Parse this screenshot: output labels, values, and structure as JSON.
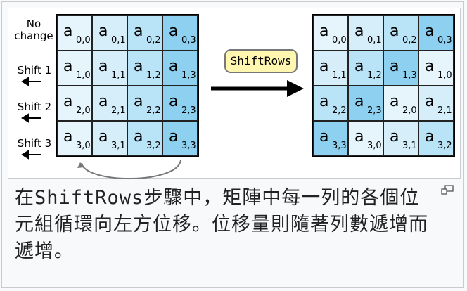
{
  "diagram": {
    "row_labels": [
      "No change",
      "Shift 1",
      "Shift 2",
      "Shift 3"
    ],
    "action_label": "ShiftRows",
    "left_matrix": [
      [
        {
          "r": "0",
          "c": "0",
          "shade": 0
        },
        {
          "r": "0",
          "c": "1",
          "shade": 1
        },
        {
          "r": "0",
          "c": "2",
          "shade": 2
        },
        {
          "r": "0",
          "c": "3",
          "shade": 3
        }
      ],
      [
        {
          "r": "1",
          "c": "0",
          "shade": 0
        },
        {
          "r": "1",
          "c": "1",
          "shade": 1
        },
        {
          "r": "1",
          "c": "2",
          "shade": 2
        },
        {
          "r": "1",
          "c": "3",
          "shade": 3
        }
      ],
      [
        {
          "r": "2",
          "c": "0",
          "shade": 0
        },
        {
          "r": "2",
          "c": "1",
          "shade": 1
        },
        {
          "r": "2",
          "c": "2",
          "shade": 2
        },
        {
          "r": "2",
          "c": "3",
          "shade": 3
        }
      ],
      [
        {
          "r": "3",
          "c": "0",
          "shade": 0
        },
        {
          "r": "3",
          "c": "1",
          "shade": 1
        },
        {
          "r": "3",
          "c": "2",
          "shade": 2
        },
        {
          "r": "3",
          "c": "3",
          "shade": 3
        }
      ]
    ],
    "right_matrix": [
      [
        {
          "r": "0",
          "c": "0",
          "shade": 0
        },
        {
          "r": "0",
          "c": "1",
          "shade": 1
        },
        {
          "r": "0",
          "c": "2",
          "shade": 2
        },
        {
          "r": "0",
          "c": "3",
          "shade": 3
        }
      ],
      [
        {
          "r": "1",
          "c": "1",
          "shade": 1
        },
        {
          "r": "1",
          "c": "2",
          "shade": 2
        },
        {
          "r": "1",
          "c": "3",
          "shade": 3
        },
        {
          "r": "1",
          "c": "0",
          "shade": 0
        }
      ],
      [
        {
          "r": "2",
          "c": "2",
          "shade": 2
        },
        {
          "r": "2",
          "c": "3",
          "shade": 3
        },
        {
          "r": "2",
          "c": "0",
          "shade": 0
        },
        {
          "r": "2",
          "c": "1",
          "shade": 1
        }
      ],
      [
        {
          "r": "3",
          "c": "3",
          "shade": 3
        },
        {
          "r": "3",
          "c": "0",
          "shade": 0
        },
        {
          "r": "3",
          "c": "1",
          "shade": 1
        },
        {
          "r": "3",
          "c": "2",
          "shade": 2
        }
      ]
    ],
    "cell_letter": "a",
    "colors": {
      "shade0": "#e6f5fc",
      "shade1": "#d6eef9",
      "shade2": "#b9e3f6",
      "shade3": "#8ed0f0",
      "button_fill": "#fff6b0"
    }
  },
  "caption": {
    "part1": "在",
    "code": "ShiftRows",
    "part2": "步驟中，矩陣中每一列的各個位元組循環向左方位移。位移量則隨著列數遞增而遞增。"
  },
  "icons": {
    "enlarge": "enlarge-icon"
  }
}
